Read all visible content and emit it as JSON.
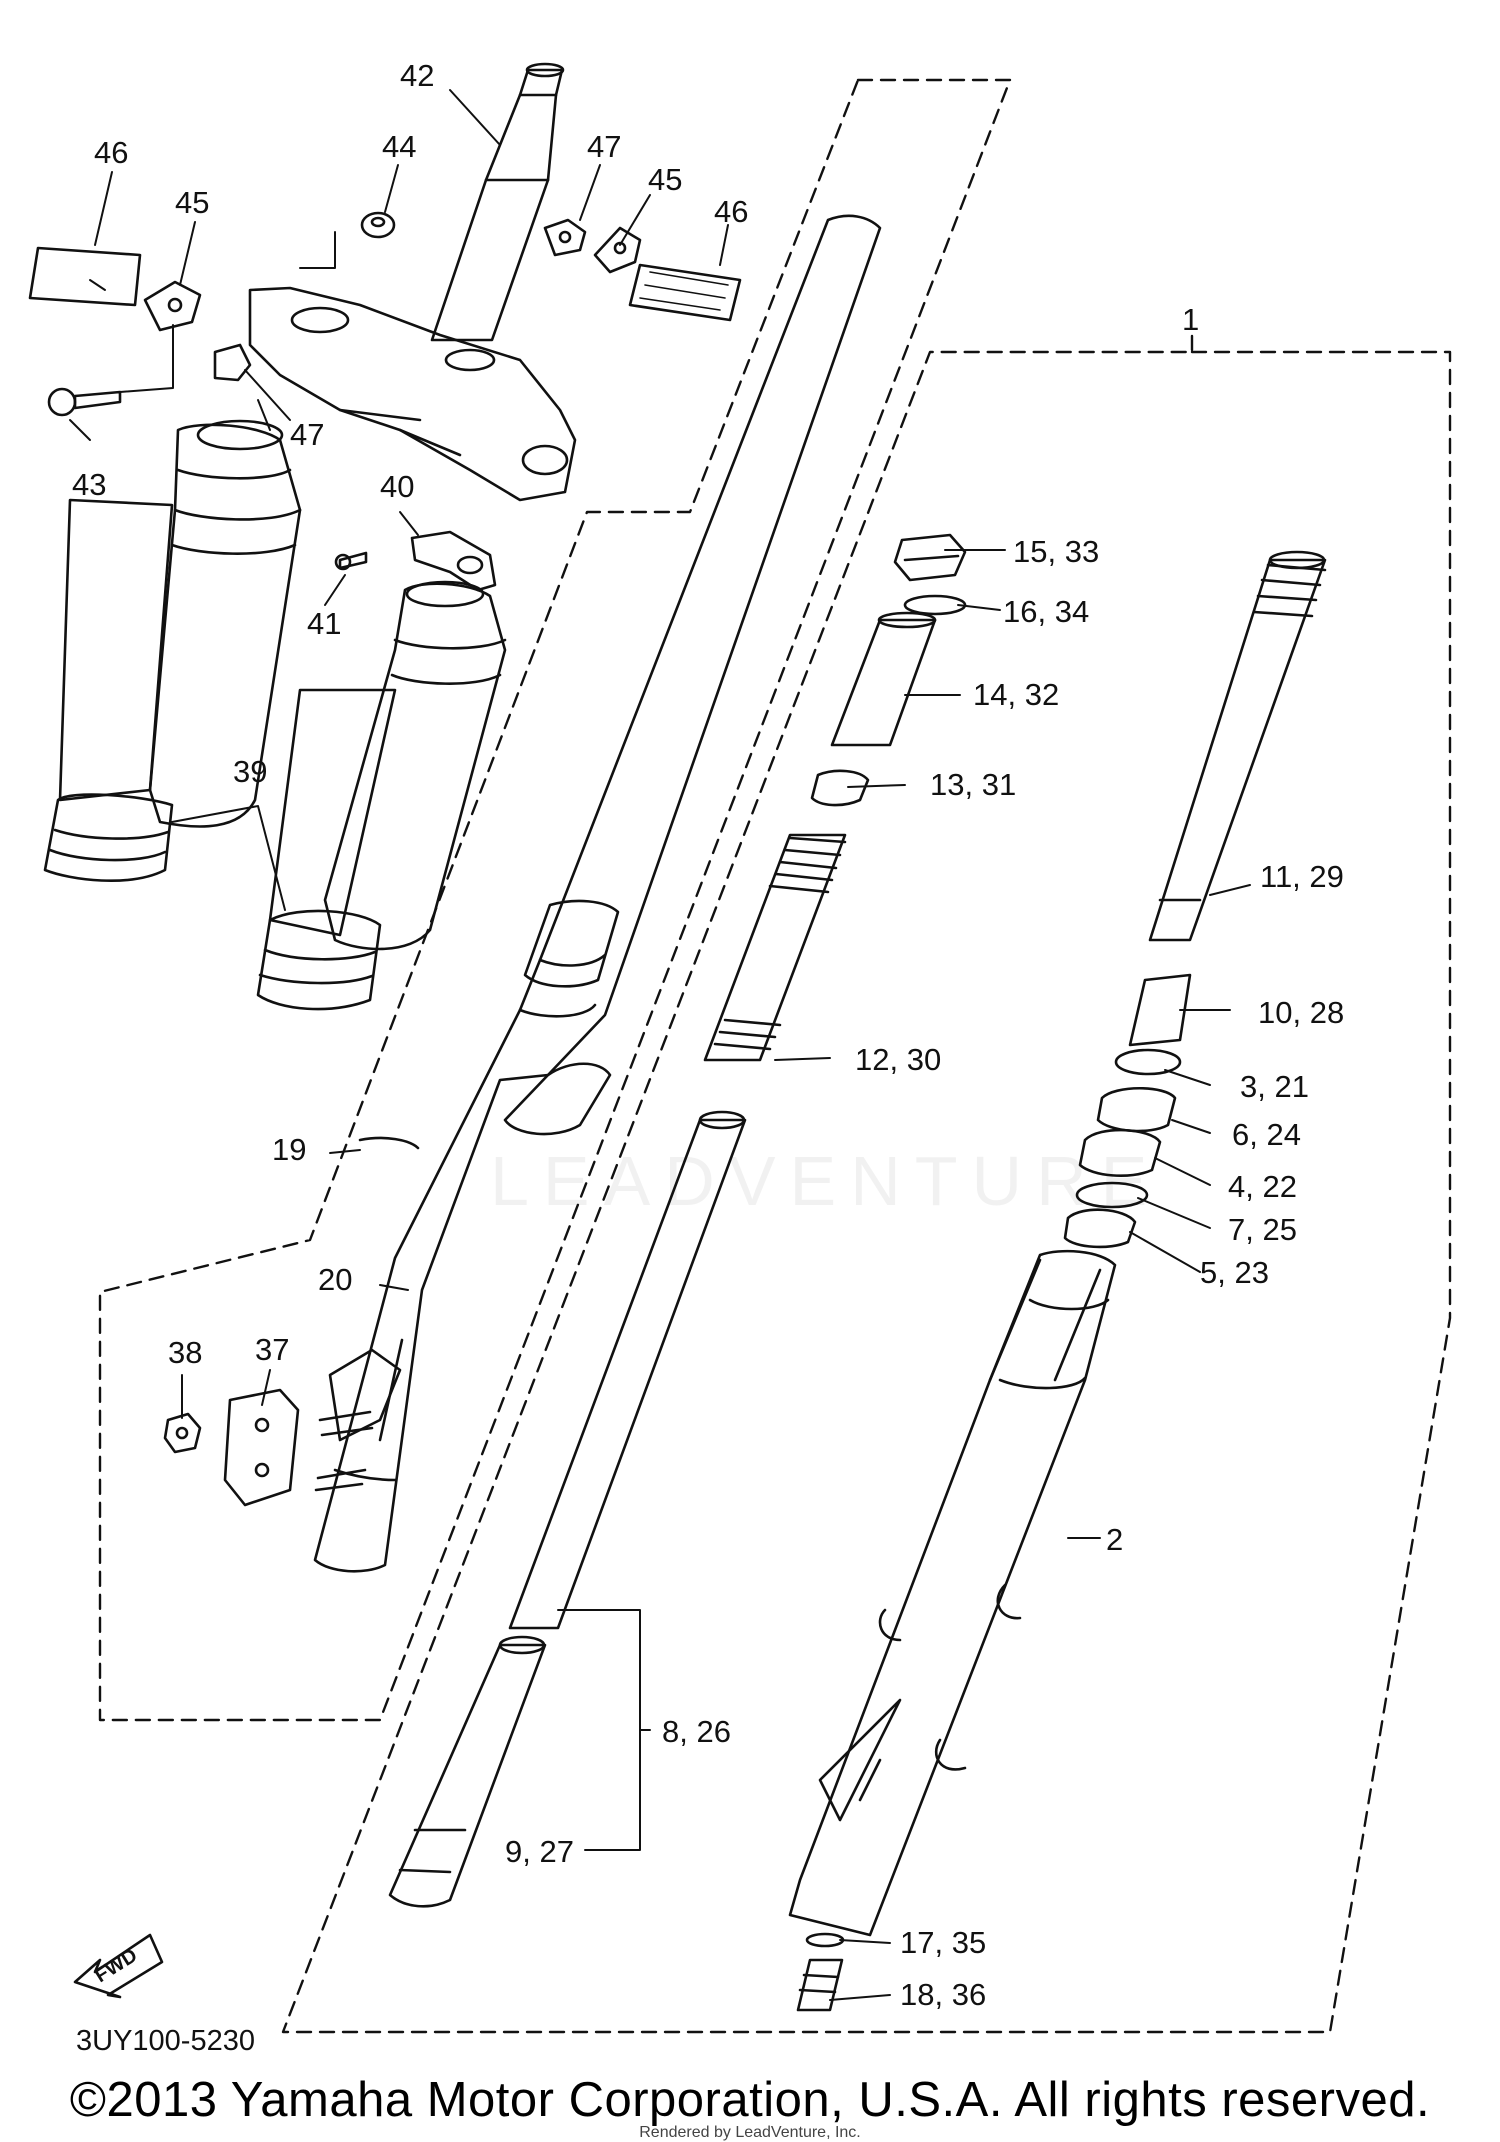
{
  "diagram": {
    "part_code": "3UY100-5230",
    "fwd_label": "FWD",
    "watermark": "LEADVENTURE",
    "callouts": [
      {
        "id": "c42",
        "text": "42"
      },
      {
        "id": "c46a",
        "text": "46"
      },
      {
        "id": "c45a",
        "text": "45"
      },
      {
        "id": "c44",
        "text": "44"
      },
      {
        "id": "c47a",
        "text": "47"
      },
      {
        "id": "c45b",
        "text": "45"
      },
      {
        "id": "c46b",
        "text": "46"
      },
      {
        "id": "c1",
        "text": "1"
      },
      {
        "id": "c47b",
        "text": "47"
      },
      {
        "id": "c43",
        "text": "43"
      },
      {
        "id": "c40",
        "text": "40"
      },
      {
        "id": "c41",
        "text": "41"
      },
      {
        "id": "c39",
        "text": "39"
      },
      {
        "id": "c15",
        "text": "15, 33"
      },
      {
        "id": "c16",
        "text": "16, 34"
      },
      {
        "id": "c14",
        "text": "14, 32"
      },
      {
        "id": "c13",
        "text": "13, 31"
      },
      {
        "id": "c11",
        "text": "11, 29"
      },
      {
        "id": "c10",
        "text": "10, 28"
      },
      {
        "id": "c12",
        "text": "12, 30"
      },
      {
        "id": "c3",
        "text": "3, 21"
      },
      {
        "id": "c6",
        "text": "6, 24"
      },
      {
        "id": "c4",
        "text": "4, 22"
      },
      {
        "id": "c7",
        "text": "7, 25"
      },
      {
        "id": "c5",
        "text": "5, 23"
      },
      {
        "id": "c19",
        "text": "19"
      },
      {
        "id": "c20",
        "text": "20"
      },
      {
        "id": "c38",
        "text": "38"
      },
      {
        "id": "c37",
        "text": "37"
      },
      {
        "id": "c2",
        "text": "2"
      },
      {
        "id": "c8",
        "text": "8, 26"
      },
      {
        "id": "c9",
        "text": "9, 27"
      },
      {
        "id": "c17",
        "text": "17, 35"
      },
      {
        "id": "c18",
        "text": "18, 36"
      }
    ]
  },
  "footer": {
    "copyright": "©2013 Yamaha Motor Corporation, U.S.A. All rights reserved.",
    "rendered_by": "Rendered by LeadVenture, Inc."
  }
}
